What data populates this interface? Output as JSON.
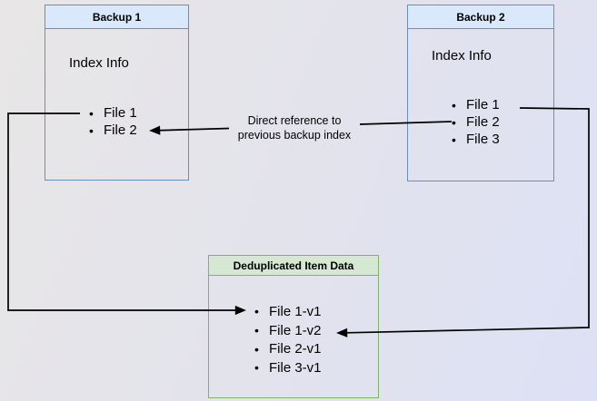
{
  "nodes": {
    "backup1": {
      "title": "Backup 1",
      "subtitle": "Index Info",
      "items": [
        "File 1",
        "File 2"
      ]
    },
    "backup2": {
      "title": "Backup 2",
      "subtitle": "Index Info",
      "items": [
        "File 1",
        "File 2",
        "File 3"
      ]
    },
    "dedup": {
      "title": "Deduplicated Item Data",
      "items": [
        "File 1-v1",
        "File 1-v2",
        "File 2-v1",
        "File 3-v1"
      ]
    }
  },
  "annotation": {
    "line1": "Direct reference to",
    "line2": "previous backup index"
  },
  "colors": {
    "blue_border": "#6c8ebf",
    "blue_fill": "#dae8fc",
    "green_border": "#82b366",
    "green_fill": "#d5e8d4",
    "arrow": "#000000",
    "background_start": "#e8e6e6",
    "background_end": "#dde1f5"
  }
}
